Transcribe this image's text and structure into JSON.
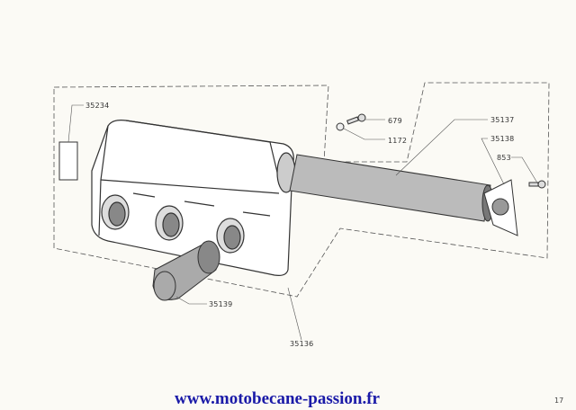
{
  "parts": {
    "p35234": "35234",
    "p679": "679",
    "p1172": "1172",
    "p35137": "35137",
    "p35138": "35138",
    "p853": "853",
    "p35139": "35139",
    "p35136": "35136"
  },
  "footer": {
    "url": "www.motobecane-passion.fr",
    "page_number": "17"
  },
  "colors": {
    "ink": "#333333",
    "paper": "#fbfaf5",
    "url": "#1a1aa8"
  }
}
